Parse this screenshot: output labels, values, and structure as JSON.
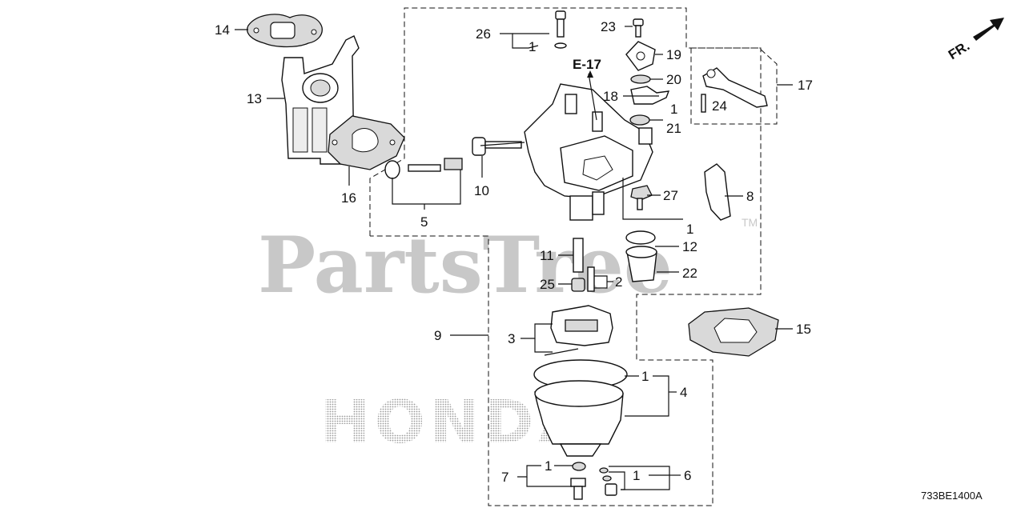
{
  "watermarks": {
    "brand": "PartsTree",
    "tm": "TM",
    "maker": "HONDA"
  },
  "direction": {
    "label": "FR."
  },
  "reference": {
    "label": "E-17"
  },
  "diagram_code": "733BE1400A",
  "callouts": {
    "c1": "1",
    "c2": "2",
    "c3": "3",
    "c4": "4",
    "c5": "5",
    "c6": "6",
    "c7": "7",
    "c8": "8",
    "c9": "9",
    "c10": "10",
    "c11": "11",
    "c12": "12",
    "c13": "13",
    "c14": "14",
    "c15": "15",
    "c16": "16",
    "c17": "17",
    "c18": "18",
    "c19": "19",
    "c20": "20",
    "c21": "21",
    "c22": "22",
    "c23": "23",
    "c24": "24",
    "c25": "25",
    "c26": "26",
    "c27": "27"
  }
}
